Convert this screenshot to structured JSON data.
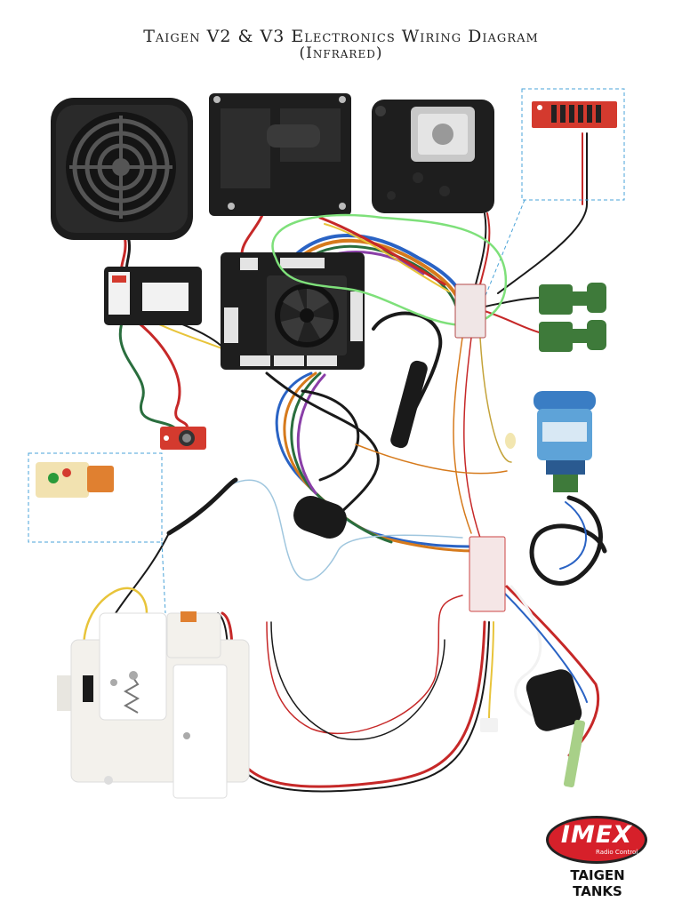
{
  "header": {
    "title": "Taigen V2 & V3 Electronics Wiring Diagram",
    "subtitle": "(Infrared)"
  },
  "logo": {
    "brand": "IMEX",
    "tagline": "Radio Control",
    "product_line": "TAIGEN TANKS",
    "color": "#d6202a"
  },
  "colors": {
    "highlight_outline": "#7ee07a",
    "callout_border": "#4aa3d8",
    "board_black": "#1e1e1e",
    "gearbox_white": "#f3f1ec",
    "wire_red": "#c62828",
    "wire_black": "#1a1a1a",
    "pcb_red": "#d43a2e",
    "connector_green": "#3e7a3a"
  }
}
